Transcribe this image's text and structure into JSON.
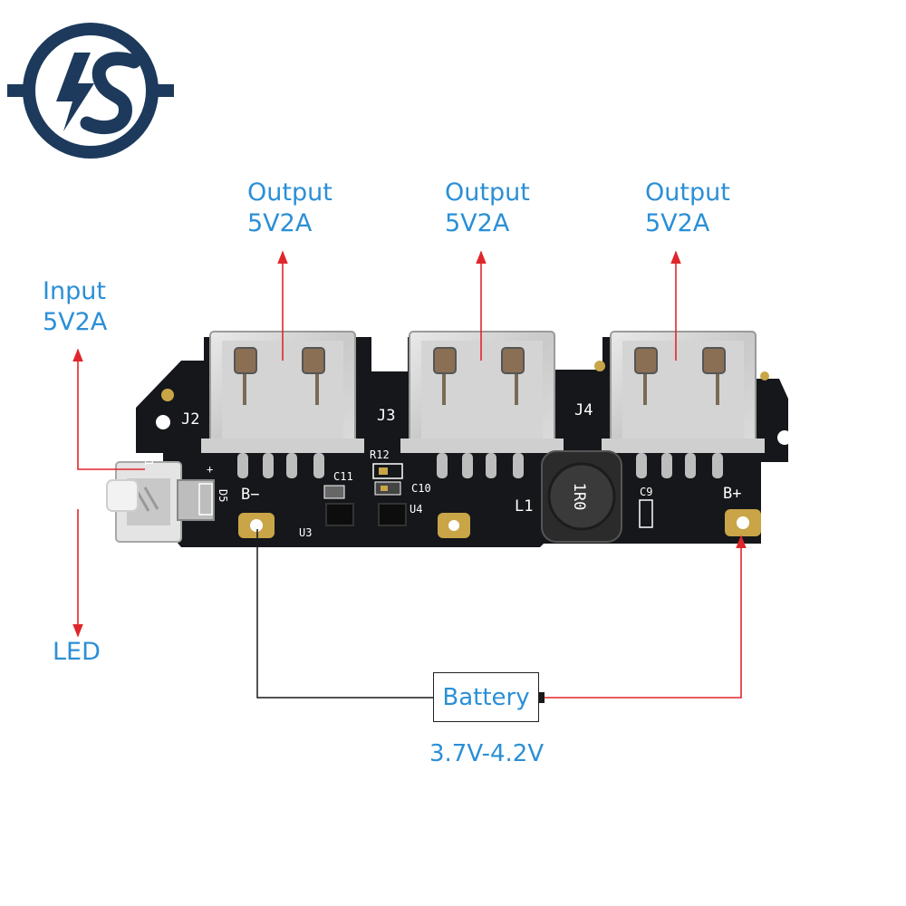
{
  "labels": {
    "output_1": [
      "Output",
      "5V2A"
    ],
    "output_2": [
      "Output",
      "5V2A"
    ],
    "output_3": [
      "Output",
      "5V2A"
    ],
    "input": [
      "Input",
      "5V2A"
    ],
    "led": "LED",
    "battery": "Battery",
    "battery_voltage": "3.7V-4.2V"
  },
  "pcb_markings": {
    "connectors": [
      "J2",
      "J3",
      "J4",
      "J1"
    ],
    "pads": [
      "B−",
      "B+"
    ],
    "parts": [
      "D5",
      "C11",
      "R12",
      "C10",
      "U3",
      "U4",
      "L1",
      "C9",
      "+"
    ],
    "inductor_code": "1R0"
  },
  "colors": {
    "label_blue": "#2b8fd6",
    "arrow_red": "#e0262b",
    "wire_black": "#1a1a1a",
    "pcb_black": "#15171a",
    "logo_navy": "#1d3a5c"
  },
  "icons": {
    "logo": "lightning-s-logo-icon"
  }
}
